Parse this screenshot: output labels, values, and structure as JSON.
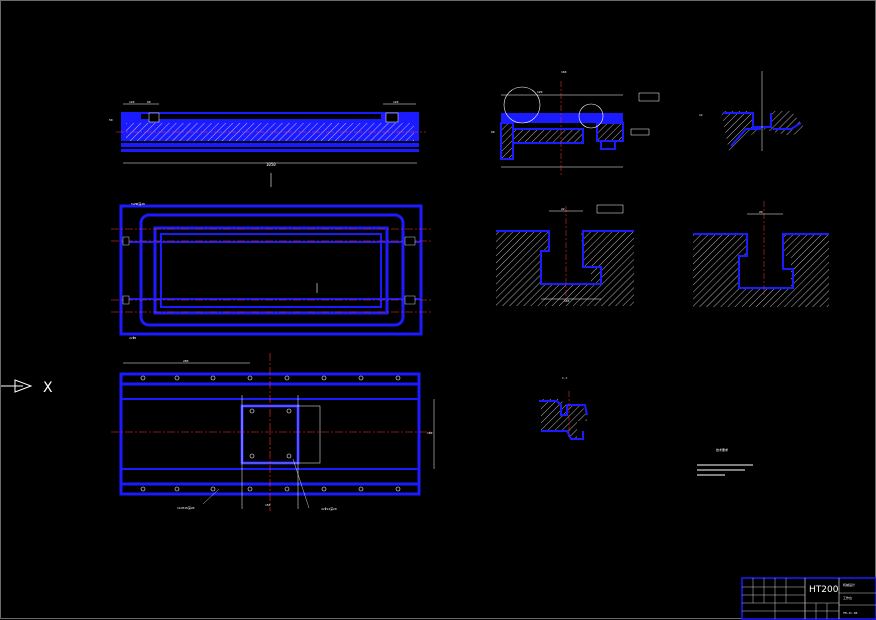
{
  "drawing": {
    "material": "HT200",
    "section_label": "C-C",
    "notes_heading": "技术要求",
    "axis_label": "X",
    "dims": {
      "front_overall": "1050",
      "front_left_a": "120",
      "front_left_b": "60",
      "front_height": "50",
      "front_right": "120",
      "plan_a": "5×M8深20",
      "plan_b": "4×Φ8",
      "bottom_width": "280",
      "bottom_pocket": "150",
      "bottom_holes": "14×M10深20",
      "bottom_holes_b": "4×Φ12深20",
      "bottom_height": "180",
      "sec_top": "160",
      "sec_width": "120",
      "sec_depth": "60",
      "t_slot_a": "12",
      "t_slot_b": "22",
      "t_slot_c": "105",
      "t_slot_d": "20"
    },
    "title_block": {
      "drawing_no": "YM-JC-05",
      "company": "机械设计",
      "part": "工作台"
    }
  }
}
